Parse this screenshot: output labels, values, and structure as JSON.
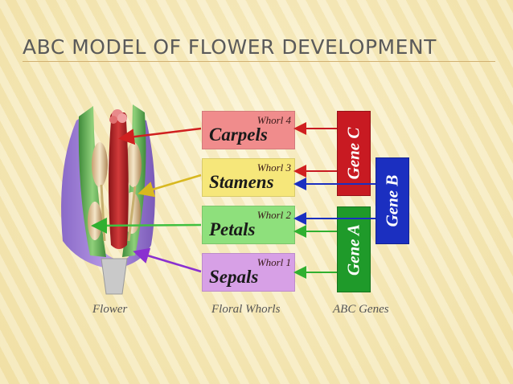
{
  "title": "ABC MODEL OF FLOWER DEVELOPMENT",
  "whorls": [
    {
      "tag": "Whorl 4",
      "label": "Carpels",
      "color": "#f08c8c"
    },
    {
      "tag": "Whorl 3",
      "label": "Stamens",
      "color": "#f6e77a"
    },
    {
      "tag": "Whorl 2",
      "label": "Petals",
      "color": "#8ee07c"
    },
    {
      "tag": "Whorl 1",
      "label": "Sepals",
      "color": "#d7a0e6"
    }
  ],
  "genes": [
    {
      "label": "Gene C",
      "color": "#c81a22"
    },
    {
      "label": "Gene B",
      "color": "#1b2fc0"
    },
    {
      "label": "Gene A",
      "color": "#1f9a2a"
    }
  ],
  "captions": {
    "flower": "Flower",
    "whorls": "Floral Whorls",
    "genes": "ABC Genes"
  },
  "arrow_colors": {
    "carpels": "#d02020",
    "stamens": "#d8b820",
    "petals": "#40c040",
    "sepals": "#8a30d0",
    "gene_b": "#1a2fc0",
    "gene_a": "#1f9a2a",
    "gene_c": "#c81a22"
  }
}
